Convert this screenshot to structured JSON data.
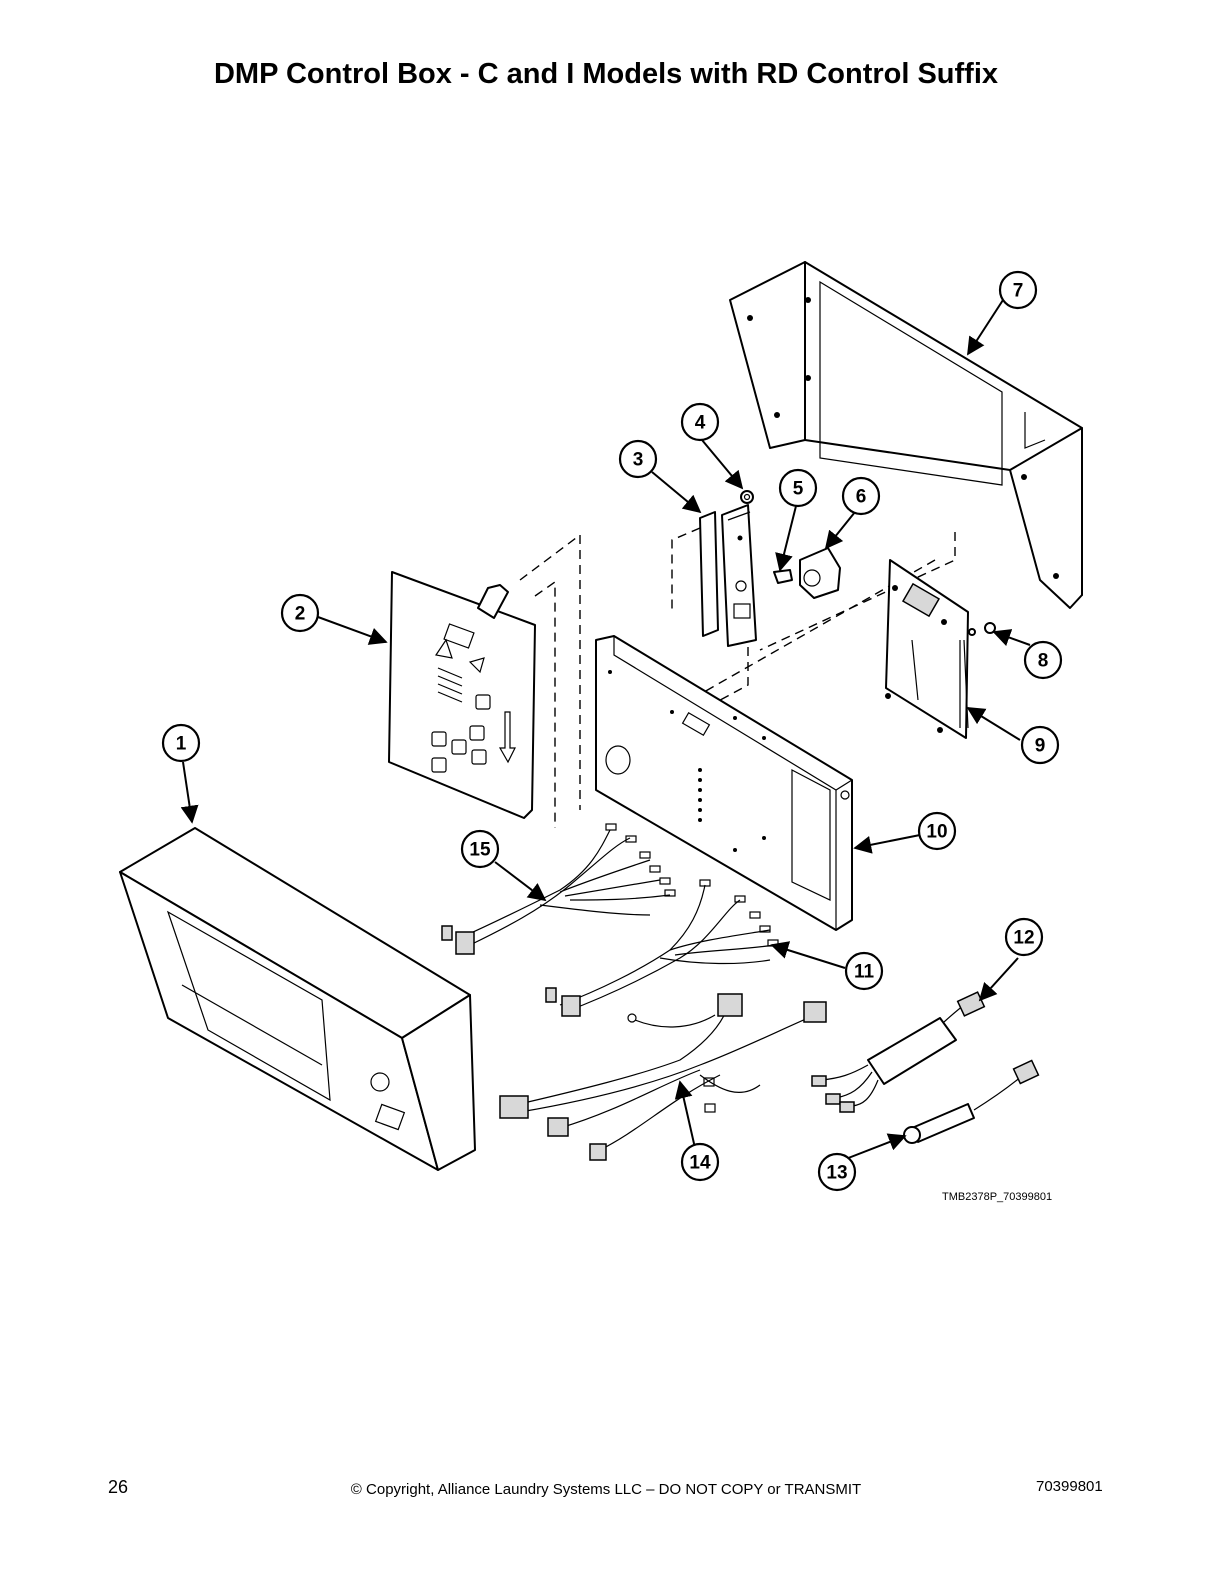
{
  "header": {
    "title": "DMP Control Box - C and I Models with RD Control Suffix"
  },
  "diagram": {
    "figure_id": "TMB2378P_70399801",
    "callouts": [
      "1",
      "2",
      "3",
      "4",
      "5",
      "6",
      "7",
      "8",
      "9",
      "10",
      "11",
      "12",
      "13",
      "14",
      "15"
    ]
  },
  "footer": {
    "page_number": "26",
    "copyright": "© Copyright, Alliance Laundry Systems LLC – DO NOT COPY or TRANSMIT",
    "doc_number": "70399801"
  }
}
